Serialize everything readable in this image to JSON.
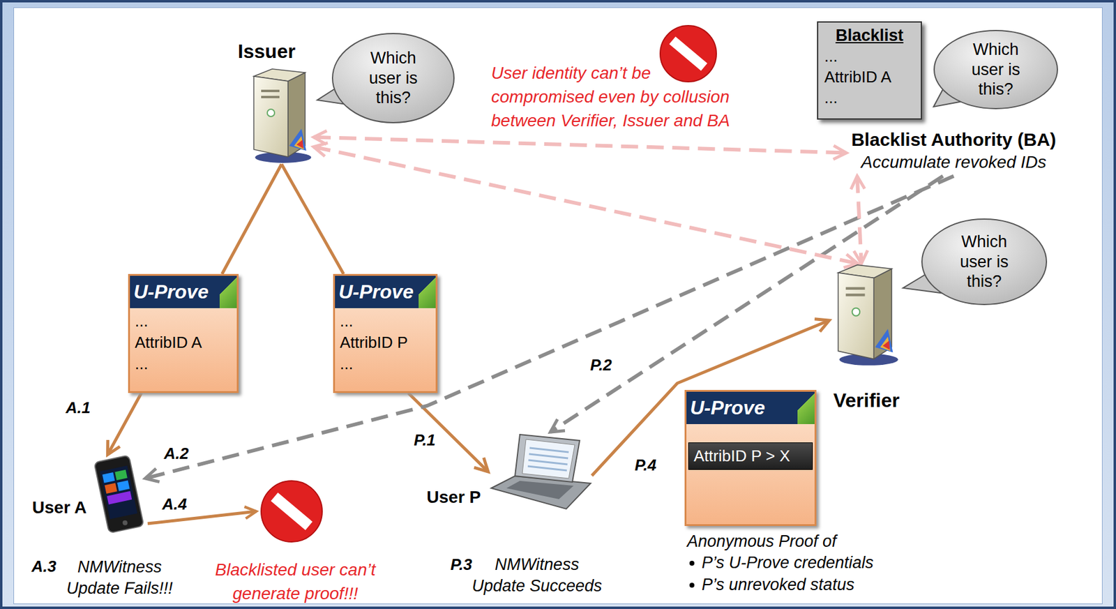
{
  "diagram": {
    "nodes": [
      {
        "text": [
          "Issuer"
        ]
      },
      {
        "text": [
          "Which user is this?"
        ]
      },
      {
        "text": [
          "Blacklist",
          "...",
          "AttribID A",
          "..."
        ]
      },
      {
        "text": [
          "Which user is this?"
        ]
      },
      {
        "text": [
          "Blacklist Authority (BA)",
          "Accumulate revoked IDs"
        ]
      },
      {
        "text": [
          "Which user is this?"
        ]
      },
      {
        "text": [
          "Verifier"
        ]
      },
      {
        "text": [
          "U-Prove",
          "...",
          "AttribID A",
          "..."
        ]
      },
      {
        "text": [
          "U-Prove",
          "...",
          "AttribID P",
          "..."
        ]
      },
      {
        "text": [
          "User A"
        ]
      },
      {
        "text": [
          "User P"
        ]
      },
      {
        "text": [
          "U-Prove",
          "AttribID P > X"
        ]
      }
    ],
    "edges": [
      {
        "from": 0,
        "to": 7,
        "arrow": "none"
      },
      {
        "from": 0,
        "to": 8,
        "arrow": "none"
      },
      {
        "from": 7,
        "to": 9,
        "label": "A.1",
        "arrow": "to"
      },
      {
        "from": 8,
        "to": 10,
        "label": "P.1",
        "arrow": "to"
      },
      {
        "from": 4,
        "to": 9,
        "label": "A.2",
        "arrow": "to"
      },
      {
        "from": 4,
        "to": 10,
        "label": "P.2",
        "arrow": "to"
      },
      {
        "from": 10,
        "to": 6,
        "label": "P.4",
        "arrow": "to"
      },
      {
        "from": 0,
        "to": 4,
        "arrow": "both"
      },
      {
        "from": 0,
        "to": 6,
        "arrow": "both"
      },
      {
        "from": 4,
        "to": 6,
        "arrow": "both"
      }
    ],
    "labels": [
      "User identity can’t be compromised even by collusion between Verifier, Issuer and BA",
      "A.3",
      "NMWitness Update Fails!!!",
      "A.4",
      "Blacklisted user can’t generate proof!!!",
      "P.3",
      "NMWitness Update Succeeds",
      "Anonymous Proof of",
      "P’s U-Prove credentials",
      "P’s unrevoked status"
    ]
  }
}
